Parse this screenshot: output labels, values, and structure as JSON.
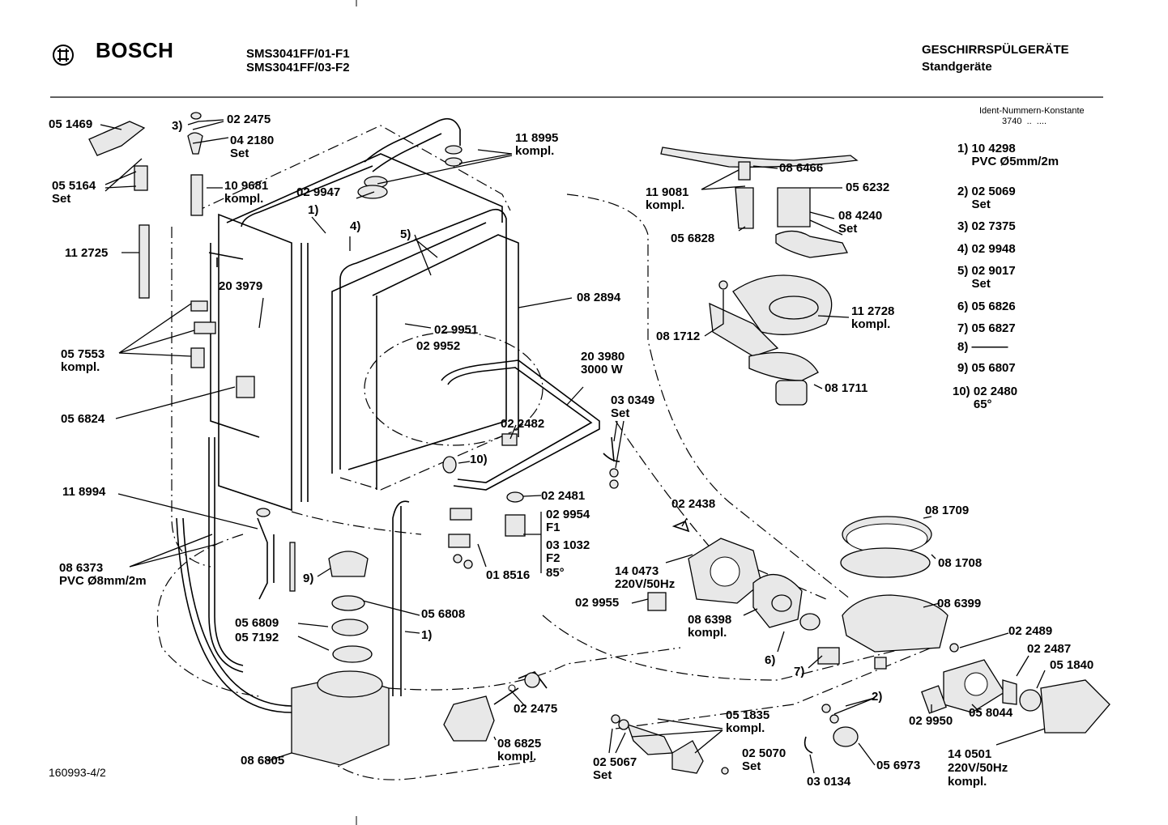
{
  "header": {
    "brand": "BOSCH",
    "models": [
      "SMS3041FF/01-F1",
      "SMS3041FF/03-F2"
    ],
    "category": "GESCHIRRSPÜLGERÄTE",
    "subcategory": "Standgeräte"
  },
  "ident": {
    "title": "Ident-Nummern-Konstante",
    "value": "3740  ..  ...."
  },
  "footer_code": "160993-4/2",
  "legend": [
    {
      "n": "1)",
      "t": "10 4298\nPVC Ø5mm/2m"
    },
    {
      "n": "2)",
      "t": "02 5069\nSet"
    },
    {
      "n": "3)",
      "t": "02 7375"
    },
    {
      "n": "4)",
      "t": "02 9948"
    },
    {
      "n": "5)",
      "t": "02 9017\nSet"
    },
    {
      "n": "6)",
      "t": "05 6826"
    },
    {
      "n": "7)",
      "t": "05 6827"
    },
    {
      "n": "8)",
      "t": "———"
    },
    {
      "n": "9)",
      "t": "05 6807"
    },
    {
      "n": "10)",
      "t": "02 2480\n65°"
    }
  ],
  "labels": {
    "l051469": "05 1469",
    "l3": "3)",
    "l022475a": "02 2475",
    "l042180": "04 2180\nSet",
    "l055164": "05 5164\nSet",
    "l109681": "10 9681\nkompl.",
    "l112725": "11 2725",
    "l029947": "02 9947",
    "l118995": "11 8995\nkompl.",
    "l1a": "1)",
    "l4": "4)",
    "l5": "5)",
    "l203979": "20 3979",
    "l082894": "08 2894",
    "l057553": "05 7553\nkompl.",
    "l029951": "02 9951",
    "l029952": "02 9952",
    "l056824": "05 6824",
    "l203980": "20 3980\n3000 W",
    "l030349": "03 0349\nSet",
    "l022482": "02 2482",
    "l10": "10)",
    "l118994": "11 8994",
    "l022481": "02 2481",
    "l029954": "02 9954\nF1",
    "l031032": "03 1032\nF2",
    "l85": "85°",
    "l018516": "01 8516",
    "l086373": "08 6373\nPVC Ø8mm/2m",
    "l9": "9)",
    "l056808": "05 6808",
    "l056809": "05 6809",
    "l057192": "05 7192",
    "l1b": "1)",
    "l022475b": "02 2475",
    "l086825": "08 6825\nkompl.",
    "l086805": "08 6805",
    "l051835": "05 1835\nkompl.",
    "l025067": "02 5067\nSet",
    "l025070": "02 5070\nSet",
    "l030134": "03 0134",
    "l056973": "05 6973",
    "l2": "2)",
    "l029950": "02 9950",
    "l058044": "05 8044",
    "l140501": "14 0501\n220V/50Hz\nkompl.",
    "l022489": "02 2489",
    "l022487": "02 2487",
    "l051840": "05 1840",
    "l086399": "08 6399",
    "l081708": "08 1708",
    "l081709": "08 1709",
    "l022438": "02 2438",
    "l140473": "14 0473\n220V/50Hz",
    "l029955": "02 9955",
    "l086398": "08 6398\nkompl.",
    "l6": "6)",
    "l7": "7)",
    "l086466": "08 6466",
    "l119081": "11 9081\nkompl.",
    "l056828": "05 6828",
    "l056232": "05 6232",
    "l084240": "08 4240\nSet",
    "l081712": "08 1712",
    "l112728": "11 2728\nkompl.",
    "l081711": "08 1711"
  }
}
